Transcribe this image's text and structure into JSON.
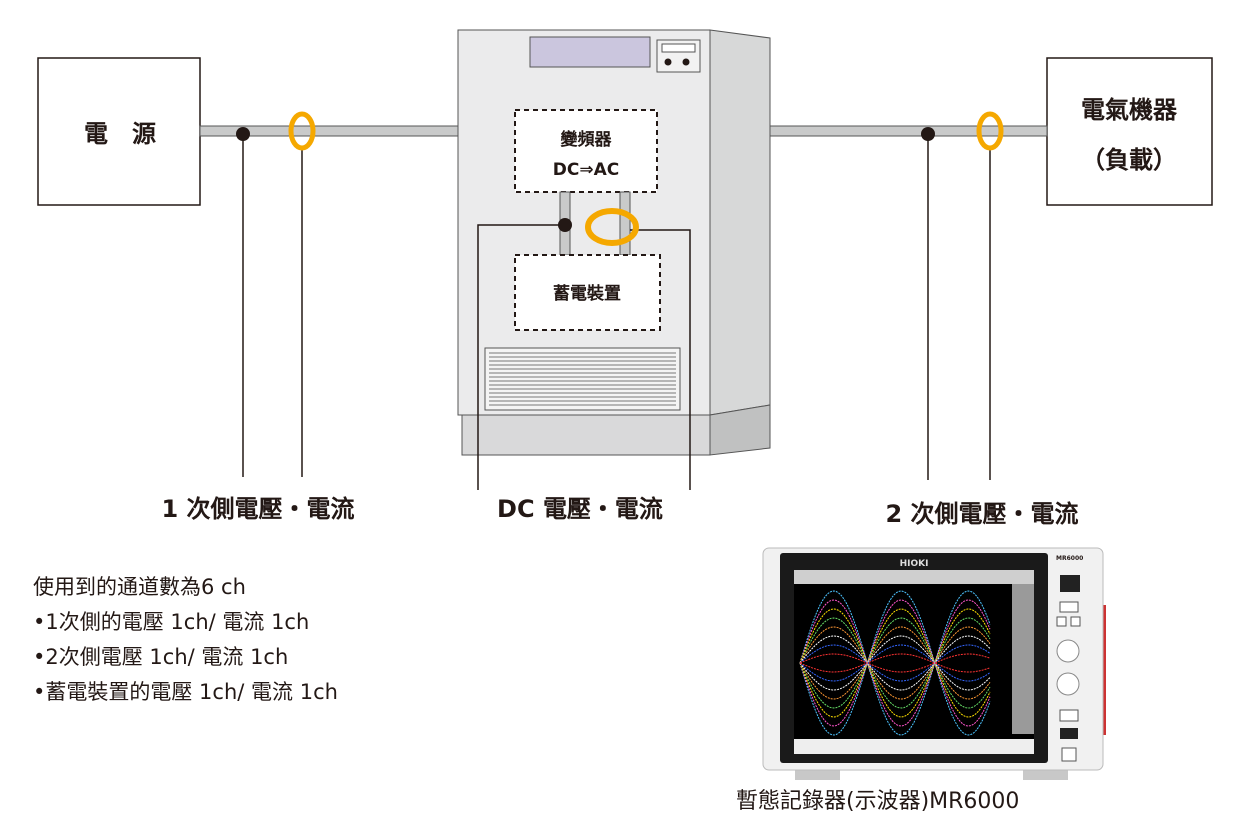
{
  "power_source": {
    "label": "電　源"
  },
  "load": {
    "line1": "電氣機器",
    "line2": "（負載）"
  },
  "inverter": {
    "line1": "變頻器",
    "line2": "DC⇒AC"
  },
  "battery": {
    "label": "蓄電裝置"
  },
  "measurement_labels": {
    "primary": "1 次側電壓・電流",
    "dc": "DC 電壓・電流",
    "secondary": "2 次側電壓・電流"
  },
  "notes": [
    "使用到的通道數為6 ch",
    "•1次側的電壓 1ch/ 電流 1ch",
    "•2次側電壓 1ch/ 電流 1ch",
    "•蓄電裝置的電壓 1ch/ 電流 1ch"
  ],
  "instrument": {
    "brand": "HIOKI",
    "model_badge": "MR6000",
    "caption": "暫態記錄器(示波器)MR6000"
  },
  "colors": {
    "current_clamp": "#f5a800",
    "line": "#231815",
    "cabinet": "#e9e9ea"
  }
}
